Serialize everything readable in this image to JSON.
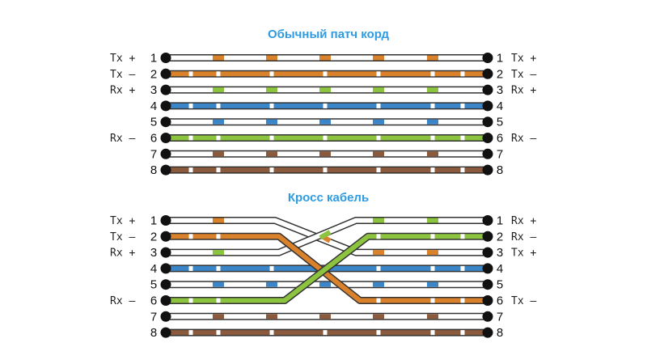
{
  "colors": {
    "orange": "#d9822b",
    "green": "#8cc43f",
    "blue": "#3b86c8",
    "brown": "#8b5a3c",
    "white": "#ffffff",
    "outline": "#333333",
    "title": "#2f9be0"
  },
  "straight": {
    "title": "Обычный патч корд",
    "wires": [
      {
        "pin": "1",
        "color": "orange",
        "striped": true,
        "left_label": "Tx +",
        "right_label": "Tx +"
      },
      {
        "pin": "2",
        "color": "orange",
        "striped": false,
        "left_label": "Tx –",
        "right_label": "Tx –"
      },
      {
        "pin": "3",
        "color": "green",
        "striped": true,
        "left_label": "Rx +",
        "right_label": "Rx +"
      },
      {
        "pin": "4",
        "color": "blue",
        "striped": false,
        "left_label": "",
        "right_label": ""
      },
      {
        "pin": "5",
        "color": "blue",
        "striped": true,
        "left_label": "",
        "right_label": ""
      },
      {
        "pin": "6",
        "color": "green",
        "striped": false,
        "left_label": "Rx –",
        "right_label": "Rx –"
      },
      {
        "pin": "7",
        "color": "brown",
        "striped": true,
        "left_label": "",
        "right_label": ""
      },
      {
        "pin": "8",
        "color": "brown",
        "striped": false,
        "left_label": "",
        "right_label": ""
      }
    ]
  },
  "crossover": {
    "title": "Кросс кабель",
    "wires": [
      {
        "left_pin": "1",
        "right_pin": "3",
        "color": "orange",
        "striped": true,
        "left_label": "Tx +"
      },
      {
        "left_pin": "2",
        "right_pin": "6",
        "color": "orange",
        "striped": false,
        "left_label": "Tx – "
      },
      {
        "left_pin": "3",
        "right_pin": "1",
        "color": "green",
        "striped": true,
        "left_label": "Rx +"
      },
      {
        "left_pin": "4",
        "right_pin": "4",
        "color": "blue",
        "striped": false,
        "left_label": ""
      },
      {
        "left_pin": "5",
        "right_pin": "5",
        "color": "blue",
        "striped": true,
        "left_label": ""
      },
      {
        "left_pin": "6",
        "right_pin": "2",
        "color": "green",
        "striped": false,
        "left_label": "Rx –"
      },
      {
        "left_pin": "7",
        "right_pin": "7",
        "color": "brown",
        "striped": true,
        "left_label": ""
      },
      {
        "left_pin": "8",
        "right_pin": "8",
        "color": "brown",
        "striped": false,
        "left_label": ""
      }
    ],
    "right_labels": [
      "Rx +",
      "Rx –",
      "Tx +",
      "",
      "",
      "Tx –",
      "",
      ""
    ]
  }
}
